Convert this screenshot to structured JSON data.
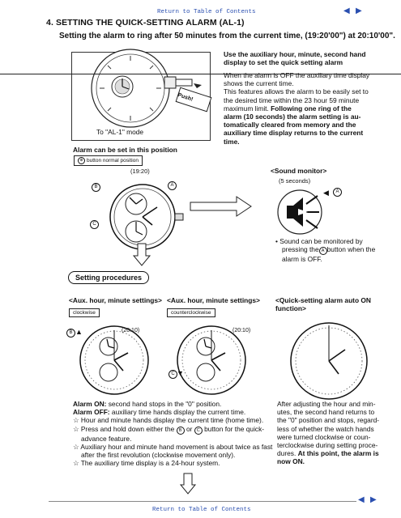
{
  "nav": {
    "top_link": "Return to Table of Contents",
    "bottom_link": "Return to Table of Contents",
    "prev_icon": "left-triangle-icon",
    "next_icon": "right-triangle-icon",
    "link_color": "#2a4fb0"
  },
  "heading": {
    "title": "4. SETTING THE QUICK-SETTING ALARM (AL-1)",
    "subtitle": "Setting the alarm to ring after 50 minutes from the current time, (19:20'00\") at 20:10'00\"."
  },
  "watch_figure": {
    "push_label": "Push!",
    "mode_label": "To \"AL-1\" mode"
  },
  "aux_display": {
    "heading": "Use the auxiliary hour, minute, second hand display to set the quick setting alarm",
    "line1": "When the alarm is OFF the auxiliary time display",
    "line2": "shows the current time.",
    "line3": "This features allows the alarm to be easily set to",
    "line4": "the desired time within the 23 hour 59 minute",
    "line5": "maximum limit.",
    "bold1": "Following one ring of the",
    "bold2": "alarm (10 seconds) the alarm setting is au-",
    "bold3": "tomatically cleared from memory and the",
    "bold4": "auxiliary time display returns to the current",
    "bold5": "time."
  },
  "alarm_position": {
    "label": "Alarm can be set in this position",
    "crown_box": "button normal position",
    "time": "(19:20)",
    "btn_a": "A",
    "btn_b": "B",
    "btn_c": "C"
  },
  "sound_monitor": {
    "title": "<Sound monitor>",
    "duration": "(5 seconds)",
    "note1": "Sound can be monitored by",
    "note2": "pressing the",
    "note2b": "button when the",
    "note3": "alarm is OFF.",
    "btn": "A"
  },
  "procedures": {
    "pill": "Setting procedures",
    "col1_title": "<Aux. hour, minute settings>",
    "col1_box": "clockwise",
    "col1_time": "(20:10)",
    "col2_title": "<Aux. hour, minute settings>",
    "col2_box": "counterclockwise",
    "col2_time": "(20:10)",
    "col3_title": "<Quick-setting alarm auto ON function>",
    "btn_b": "B",
    "btn_c": "C"
  },
  "notes": {
    "on_label": "Alarm ON:",
    "on_text": " second hand stops in the \"0\" position.",
    "off_label": "Alarm OFF:",
    "off_text": " auxiliary time hands display the current time.",
    "star1": "Hour and minute hands display the current time (home time).",
    "star2a": "Press and hold down either the",
    "star2b": "or",
    "star2c": "button for the quick-",
    "star2d": "advance feature.",
    "star3a": "Auxiliary hour and minute hand movement is about twice as fast",
    "star3b": "after the first revolution (clockwise movement only).",
    "star4": "The auxiliary time display is a 24-hour system.",
    "right1": "After adjusting the hour and min-",
    "right2": "utes, the second hand returns to",
    "right3": "the \"0\" position and stops, regard-",
    "right4": "less of whether the watch hands",
    "right5": "were turned clockwise or coun-",
    "right6": "terclockwise during setting proce-",
    "right7": "dures.",
    "right7b": "At this point, the alarm is",
    "right8": "now ON.",
    "star_icon": "star-icon",
    "btn_b": "B",
    "btn_c": "C"
  }
}
